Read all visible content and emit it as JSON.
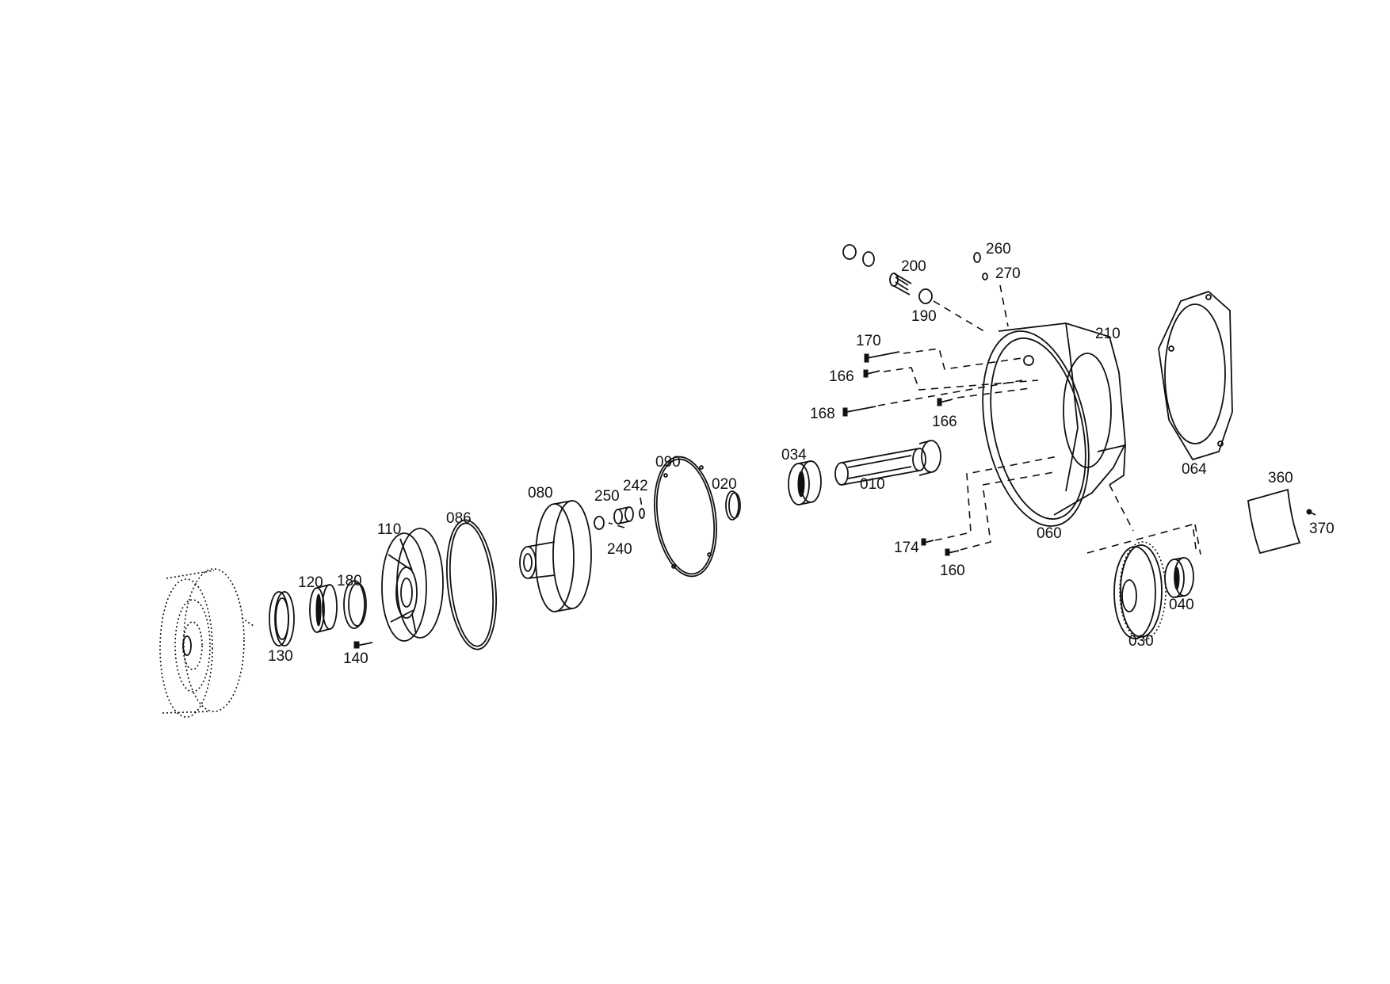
{
  "callouts": {
    "c010": "010",
    "c020": "020",
    "c030": "030",
    "c034": "034",
    "c040": "040",
    "c060": "060",
    "c064": "064",
    "c080": "080",
    "c086": "086",
    "c090": "090",
    "c110": "110",
    "c120": "120",
    "c130": "130",
    "c140": "140",
    "c160": "160",
    "c166a": "166",
    "c166b": "166",
    "c168": "168",
    "c170": "170",
    "c174": "174",
    "c180": "180",
    "c190": "190",
    "c200": "200",
    "c210": "210",
    "c240": "240",
    "c242": "242",
    "c250": "250",
    "c260": "260",
    "c270": "270",
    "c360": "360",
    "c370": "370"
  }
}
